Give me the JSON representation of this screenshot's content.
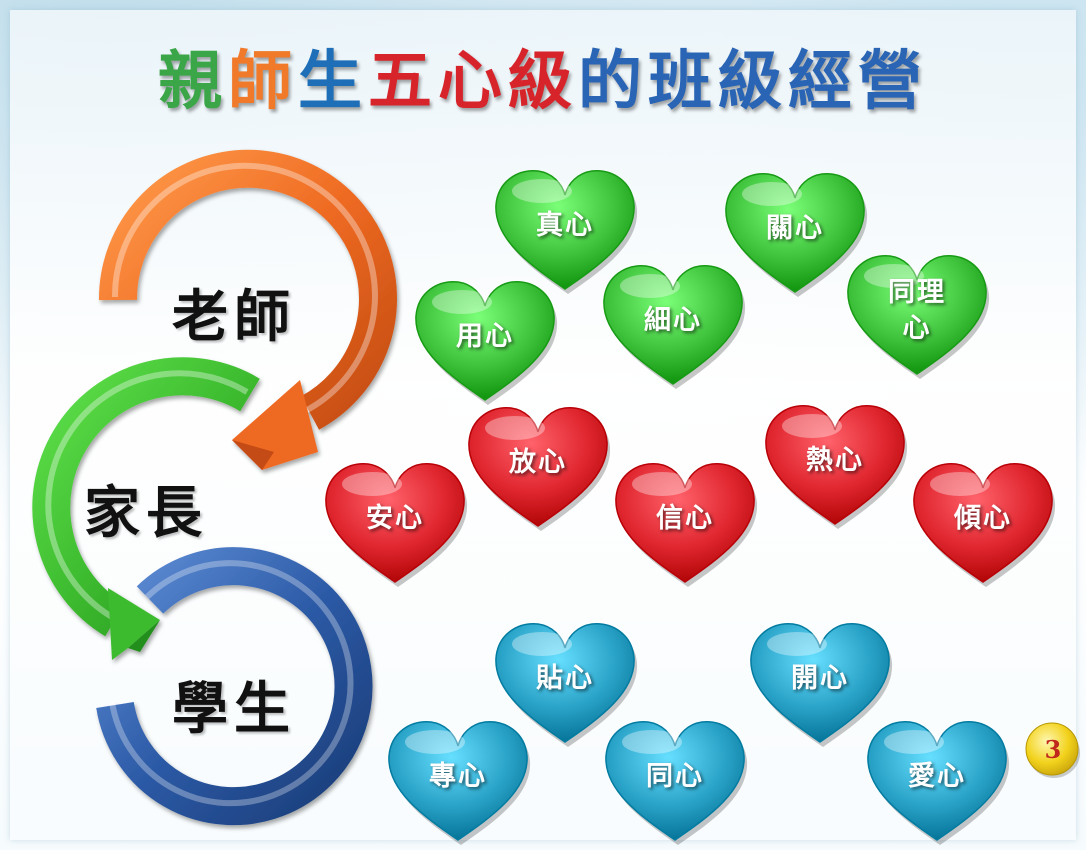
{
  "slide": {
    "title_parts": [
      {
        "text": "親",
        "color": "#3aa648"
      },
      {
        "text": "師",
        "color": "#f07a2a"
      },
      {
        "text": "生",
        "color": "#1e6fb8"
      },
      {
        "text": "五心級",
        "color": "#d7242a"
      },
      {
        "text": "的班級經營",
        "color": "#2a64b4"
      }
    ],
    "roles": [
      "老師",
      "家長",
      "學生"
    ],
    "arrow_colors": {
      "teacher": "#ee6a22",
      "parent": "#3dbb2f",
      "student": "#2c5aa6"
    },
    "heart_groups": [
      {
        "name": "green",
        "color": "#3fc23c",
        "hearts": [
          "真心",
          "關心",
          "用心",
          "細心",
          "同理\n心"
        ]
      },
      {
        "name": "red",
        "color": "#e0262f",
        "hearts": [
          "放心",
          "熱心",
          "安心",
          "信心",
          "傾心"
        ]
      },
      {
        "name": "blue",
        "color": "#2aa3c8",
        "hearts": [
          "貼心",
          "開心",
          "專心",
          "同心",
          "愛心"
        ]
      }
    ],
    "page_number": "3",
    "page_badge_color": "#f2d21c"
  }
}
